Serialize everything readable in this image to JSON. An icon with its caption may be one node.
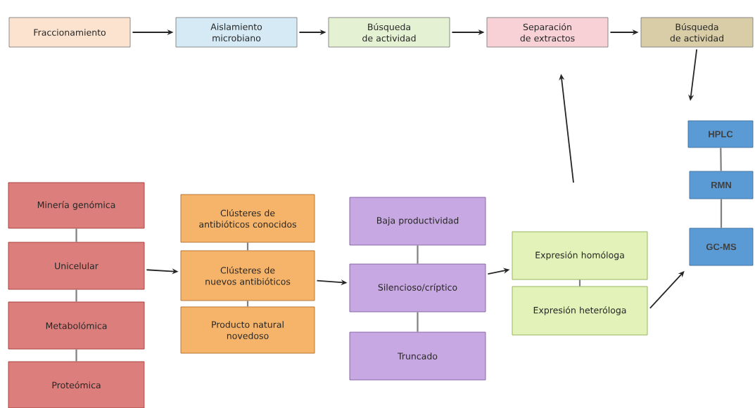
{
  "diagram": {
    "nodes": [
      {
        "text": [
          "Fraccionamiento"
        ]
      },
      {
        "text": [
          "Aislamiento microbiano"
        ]
      },
      {
        "text": [
          "Búsqueda de actividad"
        ]
      },
      {
        "text": [
          "Separación de extractos"
        ]
      },
      {
        "text": [
          "Búsqueda de actividad"
        ]
      },
      {
        "text": [
          "HPLC"
        ]
      },
      {
        "text": [
          "RMN"
        ]
      },
      {
        "text": [
          "GC-MS"
        ]
      },
      {
        "text": [
          "Minería genómica"
        ]
      },
      {
        "text": [
          "Unicelular"
        ]
      },
      {
        "text": [
          "Metabolómica"
        ]
      },
      {
        "text": [
          "Proteómica"
        ]
      },
      {
        "text": [
          "Clústeres de antibióticos conocidos"
        ]
      },
      {
        "text": [
          "Clústeres de nuevos antibióticos"
        ]
      },
      {
        "text": [
          "Producto natural novedoso"
        ]
      },
      {
        "text": [
          "Baja productividad"
        ]
      },
      {
        "text": [
          "Silencioso/críptico"
        ]
      },
      {
        "text": [
          "Truncado"
        ]
      },
      {
        "text": [
          "Expresión homóloga"
        ]
      },
      {
        "text": [
          "Expresión heteróloga"
        ]
      }
    ],
    "edges": [
      {
        "from": 0,
        "to": 1,
        "arrow": "to"
      },
      {
        "from": 1,
        "to": 2,
        "arrow": "to"
      },
      {
        "from": 2,
        "to": 3,
        "arrow": "to"
      },
      {
        "from": 3,
        "to": 4,
        "arrow": "to"
      },
      {
        "from": 4,
        "to": 5,
        "arrow": "to"
      },
      {
        "from": 5,
        "to": 6,
        "arrow": "none",
        "color": "#7f7f7f"
      },
      {
        "from": 6,
        "to": 7,
        "arrow": "none",
        "color": "#7f7f7f"
      },
      {
        "from": 8,
        "to": 9,
        "arrow": "none",
        "color": "#7f7f7f"
      },
      {
        "from": 9,
        "to": 10,
        "arrow": "none",
        "color": "#7f7f7f"
      },
      {
        "from": 10,
        "to": 11,
        "arrow": "none",
        "color": "#7f7f7f"
      },
      {
        "from": 9,
        "to": 13,
        "arrow": "to"
      },
      {
        "from": 12,
        "to": 13,
        "arrow": "none",
        "color": "#7f7f7f"
      },
      {
        "from": 13,
        "to": 14,
        "arrow": "none",
        "color": "#7f7f7f"
      },
      {
        "from": 13,
        "to": 16,
        "arrow": "to"
      },
      {
        "from": 15,
        "to": 16,
        "arrow": "none",
        "color": "#7f7f7f"
      },
      {
        "from": 16,
        "to": 17,
        "arrow": "none",
        "color": "#7f7f7f"
      },
      {
        "from": 16,
        "to": 18,
        "arrow": "to"
      },
      {
        "from": 18,
        "to": 19,
        "arrow": "none",
        "color": "#7f7f7f"
      },
      {
        "from": 19,
        "to": 7,
        "arrow": "to"
      },
      {
        "from": null,
        "to": 3,
        "arrow": "to"
      }
    ]
  }
}
